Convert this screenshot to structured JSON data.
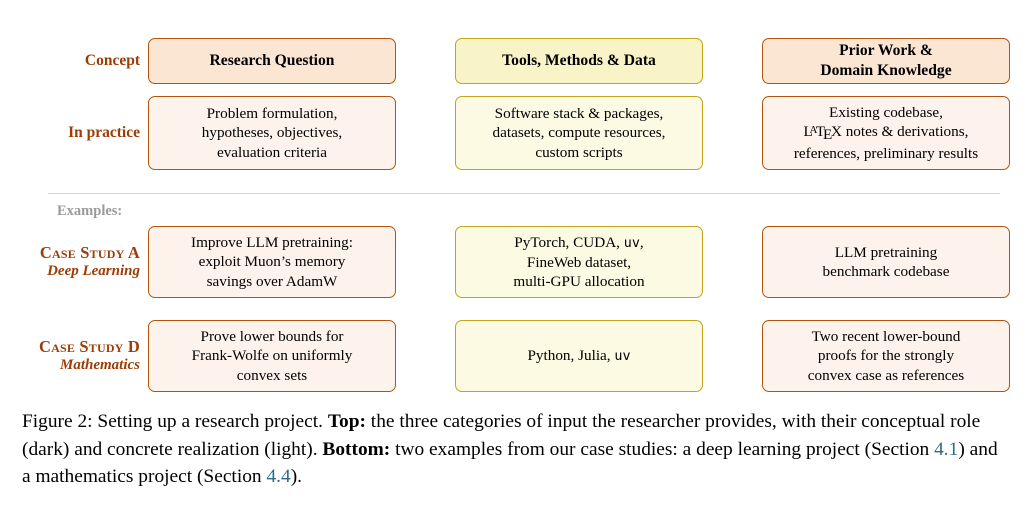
{
  "rows": {
    "concept": {
      "label": "Concept",
      "cells": [
        "Research Question",
        "Tools, Methods & Data",
        "Prior Work &\nDomain Knowledge"
      ]
    },
    "in_practice": {
      "label": "In practice",
      "cells": [
        "Problem formulation, hypotheses, objectives, evaluation criteria",
        "Software stack & packages, datasets, compute resources, custom scripts",
        "Existing codebase, LaTeX notes & derivations, references, preliminary results"
      ]
    },
    "case_a": {
      "label": "Case Study A",
      "sublabel": "Deep Learning",
      "cells": [
        "Improve LLM pretraining: exploit Muon’s memory savings over AdamW",
        "PyTorch, CUDA, uv, FineWeb dataset, multi-GPU allocation",
        "LLM pretraining benchmark codebase"
      ]
    },
    "case_d": {
      "label": "Case Study D",
      "sublabel": "Mathematics",
      "cells": [
        "Prove lower bounds for Frank-Wolfe on uniformly convex sets",
        "Python, Julia, uv",
        "Two recent lower-bound proofs for the strongly convex case as references"
      ]
    }
  },
  "examples_label": "Examples:",
  "caption": {
    "figure_number": "Figure 2:",
    "part1": " Setting up a research project. ",
    "top_label": "Top:",
    "part2": " the three categories of input the researcher provides, with their conceptual role (dark) and concrete realization (light). ",
    "bottom_label": "Bottom:",
    "part3": " two examples from our case studies: a deep learning project (Section ",
    "ref1": "4.1",
    "part4": ") and a mathematics project (Section ",
    "ref2": "4.4",
    "part5": ")."
  },
  "colors": {
    "orange_border": "#b4540a",
    "orange_dark_fill": "#fbe6d4",
    "orange_light_fill": "#fdf3ec",
    "yellow_border": "#c2a51c",
    "yellow_dark_fill": "#f9f3c8",
    "yellow_light_fill": "#fcfae2",
    "label_brown": "#9c3d08",
    "examples_gray": "#9a9a9a",
    "reference_link": "#2e6b85"
  }
}
